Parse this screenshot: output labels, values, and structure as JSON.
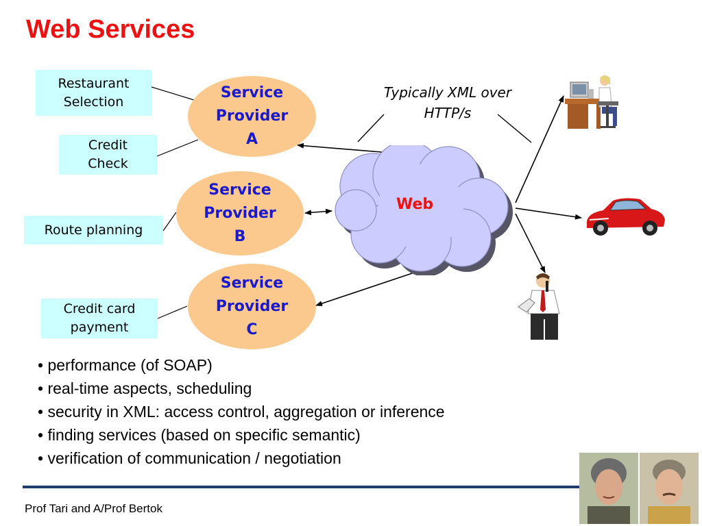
{
  "slide": {
    "title": "Web Services"
  },
  "services": [
    {
      "label": "Restaurant Selection"
    },
    {
      "label": "Credit Check"
    },
    {
      "label": "Route planning"
    },
    {
      "label": "Credit card payment"
    }
  ],
  "providers": [
    {
      "line1": "Service",
      "line2": "Provider",
      "line3": "A"
    },
    {
      "line1": "Service",
      "line2": "Provider",
      "line3": "B"
    },
    {
      "line1": "Service",
      "line2": "Provider",
      "line3": "C"
    }
  ],
  "web_label": "Web",
  "protocol_note": {
    "line1": "Typically XML over",
    "line2": "HTTP/s"
  },
  "clients": [
    "person-at-computer-icon",
    "car-icon",
    "businessman-on-phone-icon"
  ],
  "bullets": [
    "performance (of SOAP)",
    "real-time aspects, scheduling",
    "security in XML: access control,  aggregation or inference",
    "finding services (based on specific semantic)",
    "verification of communication / negotiation"
  ],
  "footer": "Prof Tari and A/Prof Bertok",
  "colors": {
    "title": "#ee1111",
    "provider_fill": "#fbc98e",
    "provider_text": "#1a1acc",
    "service_fill": "#ccffff",
    "cloud_fill": "#ccccff",
    "footer_rule": "#1f3e6e"
  }
}
